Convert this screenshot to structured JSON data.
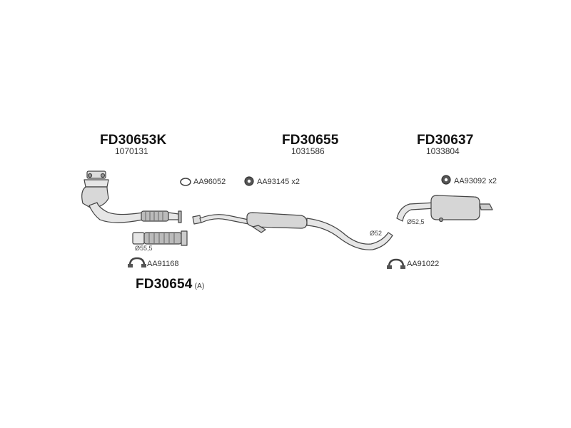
{
  "assemblies": [
    {
      "code": "FD30653K",
      "number": "1070131"
    },
    {
      "code": "FD30655",
      "number": "1031586"
    },
    {
      "code": "FD30637",
      "number": "1033804"
    },
    {
      "code": "FD30654",
      "suffix": "(A)"
    }
  ],
  "accessories": [
    {
      "code": "AA96052"
    },
    {
      "code": "AA93145 x2"
    },
    {
      "code": "AA93092 x2"
    },
    {
      "code": "AA91168"
    },
    {
      "code": "AA91022"
    }
  ],
  "diameters": [
    "Ø55,5",
    "Ø52",
    "Ø52,5"
  ],
  "colors": {
    "line": "#444444",
    "fill": "#e6e6e6",
    "dark": "#555555"
  }
}
